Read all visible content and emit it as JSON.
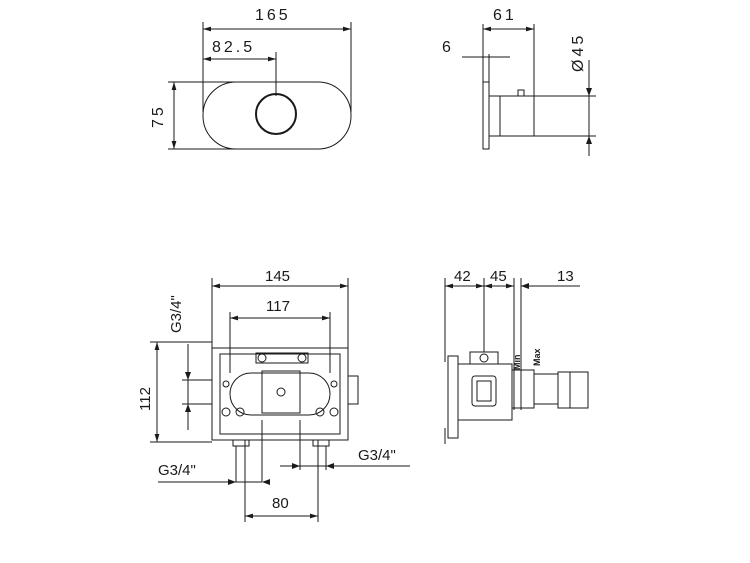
{
  "drawing": {
    "top_front": {
      "width": "165",
      "center": "82.5",
      "height": "75"
    },
    "top_side": {
      "depth": "61",
      "plate": "6",
      "diameter": "Ø45"
    },
    "bottom_front": {
      "width": "145",
      "inner": "117",
      "height": "112",
      "port_side": "G3/4\"",
      "port_bottom_left": "G3/4\"",
      "port_bottom_right": "G3/4\"",
      "spacing": "80"
    },
    "bottom_side": {
      "d1": "42",
      "d2": "45",
      "d3": "13",
      "min": "Min",
      "max": "Max"
    }
  }
}
